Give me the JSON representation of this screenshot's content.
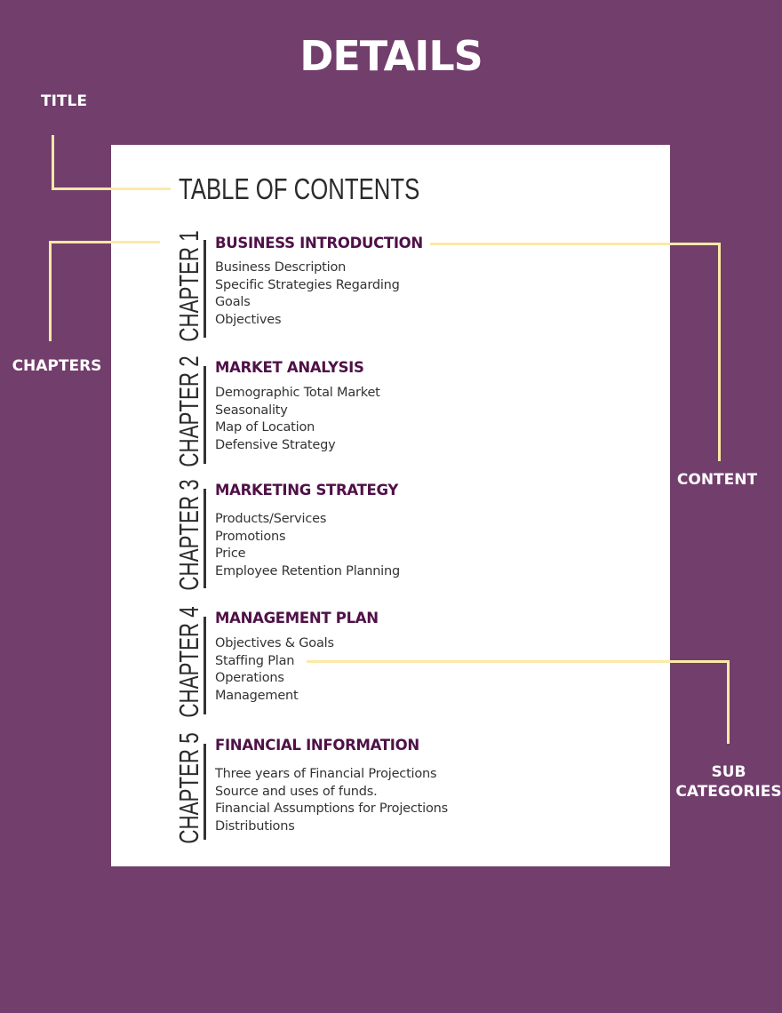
{
  "heading": "DETAILS",
  "annotations": {
    "title": "TITLE",
    "chapters": "CHAPTERS",
    "content": "CONTENT",
    "sub_categories_line1": "SUB",
    "sub_categories_line2": "CATEGORIES"
  },
  "colors": {
    "background": "#723e6c",
    "page": "#ffffff",
    "callout_line": "#fbe9a5",
    "chapter_heading": "#4f1147"
  },
  "document": {
    "title": "TABLE OF CONTENTS",
    "chapters": [
      {
        "label": "CHAPTER 1",
        "heading": "BUSINESS INTRODUCTION",
        "items": [
          "Business Description",
          "Specific Strategies Regarding",
          "Goals",
          "Objectives"
        ]
      },
      {
        "label": "CHAPTER 2",
        "heading": "MARKET ANALYSIS",
        "items": [
          "Demographic Total Market",
          "Seasonality",
          "Map of Location",
          "Defensive Strategy"
        ]
      },
      {
        "label": "CHAPTER 3",
        "heading": "MARKETING STRATEGY",
        "items": [
          "Products/Services",
          "Promotions",
          "Price",
          "Employee Retention Planning"
        ]
      },
      {
        "label": "CHAPTER 4",
        "heading": "MANAGEMENT PLAN",
        "items": [
          "Objectives & Goals",
          "Staffing Plan",
          "Operations",
          "Management"
        ]
      },
      {
        "label": "CHAPTER 5",
        "heading": "FINANCIAL INFORMATION",
        "items": [
          "Three years of Financial Projections",
          "Source and uses of funds.",
          "Financial Assumptions for Projections",
          "Distributions"
        ]
      }
    ]
  }
}
